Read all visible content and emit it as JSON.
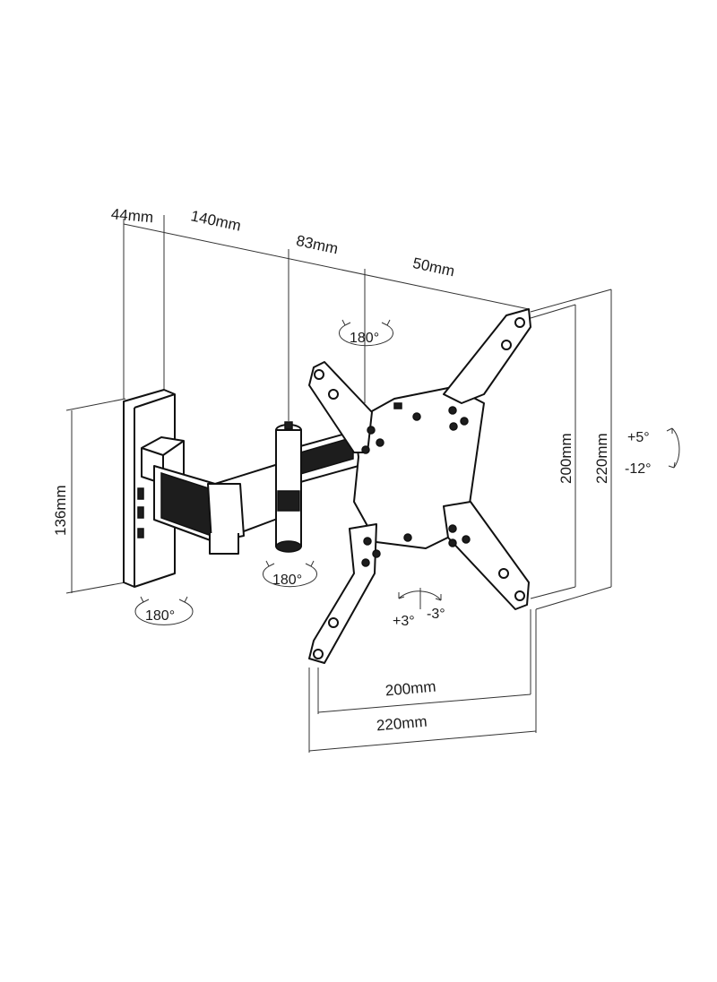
{
  "dimensions": {
    "wall_plate_depth": "44mm",
    "arm_segment_1": "140mm",
    "arm_segment_2": "83mm",
    "bracket_offset": "50mm",
    "wall_plate_height": "136mm",
    "vesa_vertical_inner": "200mm",
    "vesa_vertical_outer": "220mm",
    "vesa_horizontal_inner": "200mm",
    "vesa_horizontal_outer": "220mm"
  },
  "angles": {
    "swivel_top": "180°",
    "swivel_middle": "180°",
    "swivel_wall": "180°",
    "tilt_up": "+5°",
    "tilt_down": "-12°",
    "rotation_plus": "+3°",
    "rotation_minus": "-3°"
  },
  "colors": {
    "line": "#111111",
    "text": "#1a1a1a",
    "background": "#ffffff"
  }
}
